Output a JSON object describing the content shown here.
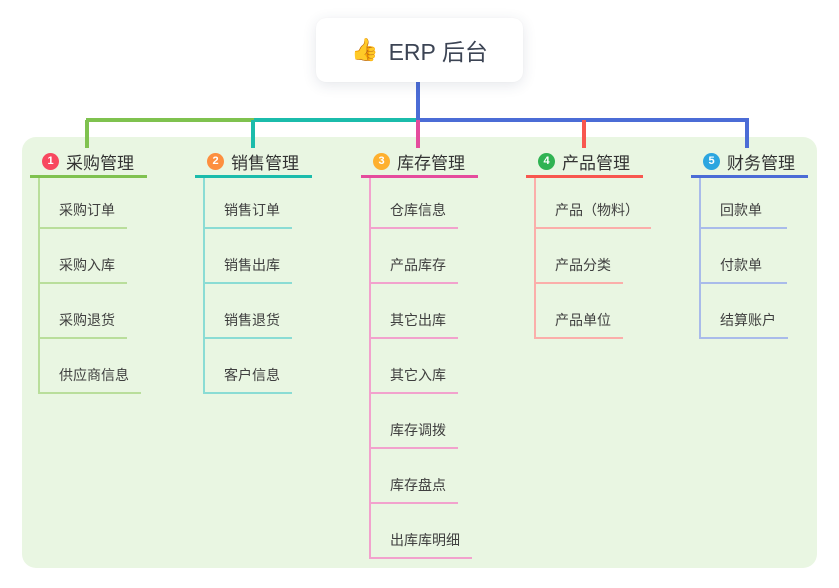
{
  "root": {
    "label": "ERP 后台",
    "emoji": "👍",
    "icon": "thumbs-up-icon"
  },
  "colors": {
    "page_bg": "#ffffff",
    "panel_bg": "#e9f6e2",
    "root_bg": "#ffffff",
    "root_text": "#3c4454",
    "title_text": "#333333",
    "child_text": "#3f3f3f"
  },
  "branches": [
    {
      "number": "1",
      "label": "采购管理",
      "badge_color": "#f8485f",
      "line_color": "#7fc24f",
      "light_color": "#b9de9b",
      "children": [
        "采购订单",
        "采购入库",
        "采购退货",
        "供应商信息"
      ]
    },
    {
      "number": "2",
      "label": "销售管理",
      "badge_color": "#fd8f3f",
      "line_color": "#1bbcab",
      "light_color": "#8adcd4",
      "children": [
        "销售订单",
        "销售出库",
        "销售退货",
        "客户信息"
      ]
    },
    {
      "number": "3",
      "label": "库存管理",
      "badge_color": "#feb02e",
      "line_color": "#e54c9d",
      "light_color": "#f2a2cd",
      "children": [
        "仓库信息",
        "产品库存",
        "其它出库",
        "其它入库",
        "库存调拨",
        "库存盘点",
        "出库库明细"
      ]
    },
    {
      "number": "4",
      "label": "产品管理",
      "badge_color": "#30b353",
      "line_color": "#f8574f",
      "light_color": "#fbaeaa",
      "children": [
        "产品（物料）",
        "产品分类",
        "产品单位"
      ]
    },
    {
      "number": "5",
      "label": "财务管理",
      "badge_color": "#2ca6e0",
      "line_color": "#4b6cd6",
      "light_color": "#a9bbea",
      "children": [
        "回款单",
        "付款单",
        "结算账户"
      ]
    }
  ]
}
